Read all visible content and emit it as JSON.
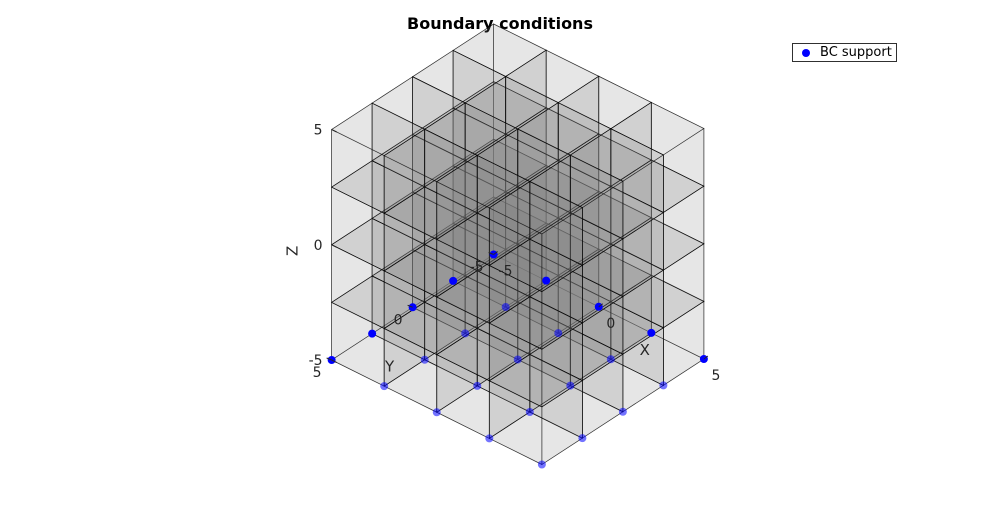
{
  "chart_data": {
    "type": "scatter",
    "title": "Boundary conditions",
    "xlabel": "X",
    "ylabel": "Y",
    "zlabel": "Z",
    "xlim": [
      -5,
      5
    ],
    "ylim": [
      -5,
      5
    ],
    "zlim": [
      -5,
      5
    ],
    "x_ticks": [
      -5,
      0,
      5
    ],
    "y_ticks": [
      -5,
      0,
      5
    ],
    "z_ticks": [
      -5,
      0,
      5
    ],
    "legend_placement": "top-right",
    "legend": [
      {
        "label": "BC support",
        "marker": "filled-circle"
      }
    ],
    "mesh": {
      "divisions": 4,
      "face_color": "#808080",
      "edge_color": "#000000"
    },
    "series": [
      {
        "name": "BC support",
        "color": "#0000ff",
        "points": [
          [
            -5,
            -5,
            -5
          ],
          [
            -2.5,
            -5,
            -5
          ],
          [
            0,
            -5,
            -5
          ],
          [
            2.5,
            -5,
            -5
          ],
          [
            5,
            -5,
            -5
          ],
          [
            -5,
            -2.5,
            -5
          ],
          [
            -2.5,
            -2.5,
            -5
          ],
          [
            0,
            -2.5,
            -5
          ],
          [
            2.5,
            -2.5,
            -5
          ],
          [
            5,
            -2.5,
            -5
          ],
          [
            -5,
            0,
            -5
          ],
          [
            -2.5,
            0,
            -5
          ],
          [
            0,
            0,
            -5
          ],
          [
            2.5,
            0,
            -5
          ],
          [
            5,
            0,
            -5
          ],
          [
            -5,
            2.5,
            -5
          ],
          [
            -2.5,
            2.5,
            -5
          ],
          [
            0,
            2.5,
            -5
          ],
          [
            2.5,
            2.5,
            -5
          ],
          [
            5,
            2.5,
            -5
          ],
          [
            -5,
            5,
            -5
          ],
          [
            -2.5,
            5,
            -5
          ],
          [
            0,
            5,
            -5
          ],
          [
            2.5,
            5,
            -5
          ],
          [
            5,
            5,
            -5
          ]
        ]
      }
    ]
  }
}
